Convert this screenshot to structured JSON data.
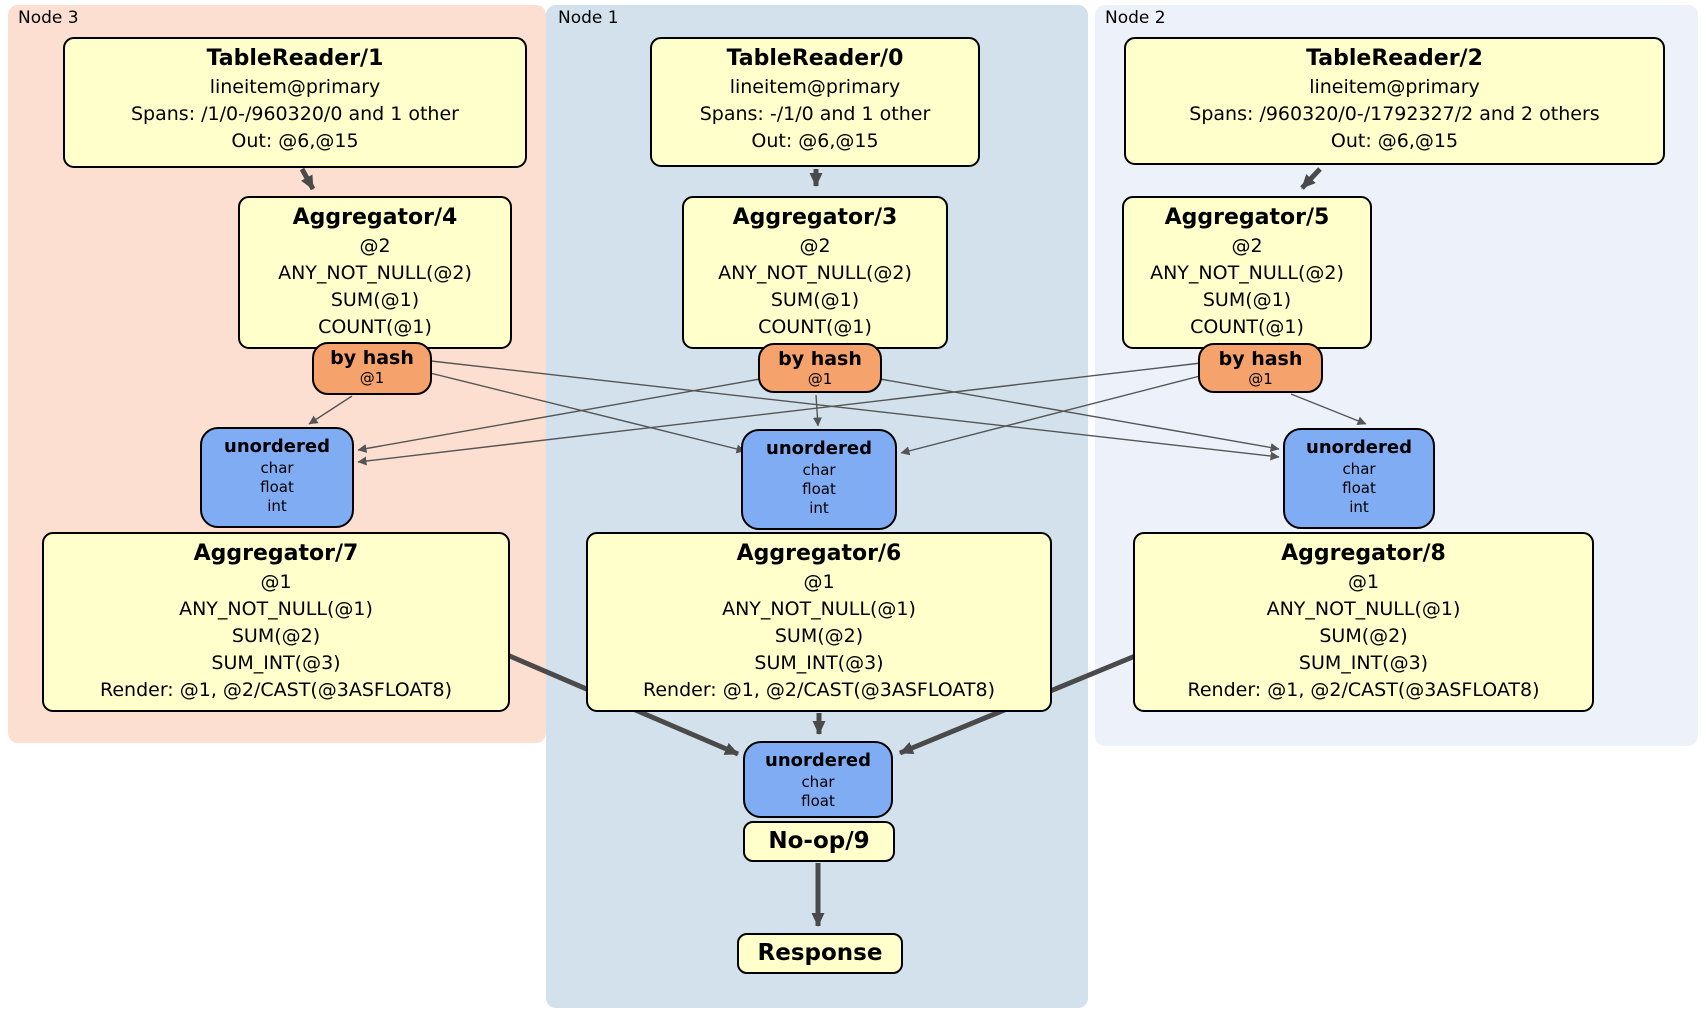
{
  "colors": {
    "node3_bg": "#fcdfd0",
    "node1_bg": "#d2e1eb",
    "node2_bg": "#edf1fa",
    "processor_bg": "#ffffcc",
    "router_bg": "#f6a26c",
    "sync_bg": "#80acf4",
    "edge": "#4a4a4a"
  },
  "node3": {
    "label": "Node 3",
    "tablereader": {
      "title": "TableReader/1",
      "index": "lineitem@primary",
      "spans": "Spans: /1/0-/960320/0 and 1 other",
      "out": "Out: @6,@15"
    },
    "aggregator_pre": {
      "title": "Aggregator/4",
      "group_by": "@2",
      "agg1": "ANY_NOT_NULL(@2)",
      "agg2": "SUM(@1)",
      "agg3": "COUNT(@1)"
    },
    "router": {
      "title": "by hash",
      "key": "@1"
    },
    "sync": {
      "title": "unordered",
      "type1": "char",
      "type2": "float",
      "type3": "int"
    },
    "aggregator_post": {
      "title": "Aggregator/7",
      "group_by": "@1",
      "agg1": "ANY_NOT_NULL(@1)",
      "agg2": "SUM(@2)",
      "agg3": "SUM_INT(@3)",
      "render": "Render: @1, @2/CAST(@3ASFLOAT8)"
    }
  },
  "node1": {
    "label": "Node 1",
    "tablereader": {
      "title": "TableReader/0",
      "index": "lineitem@primary",
      "spans": "Spans: -/1/0 and 1 other",
      "out": "Out: @6,@15"
    },
    "aggregator_pre": {
      "title": "Aggregator/3",
      "group_by": "@2",
      "agg1": "ANY_NOT_NULL(@2)",
      "agg2": "SUM(@1)",
      "agg3": "COUNT(@1)"
    },
    "router": {
      "title": "by hash",
      "key": "@1"
    },
    "sync": {
      "title": "unordered",
      "type1": "char",
      "type2": "float",
      "type3": "int"
    },
    "aggregator_post": {
      "title": "Aggregator/6",
      "group_by": "@1",
      "agg1": "ANY_NOT_NULL(@1)",
      "agg2": "SUM(@2)",
      "agg3": "SUM_INT(@3)",
      "render": "Render: @1, @2/CAST(@3ASFLOAT8)"
    },
    "final_sync": {
      "title": "unordered",
      "type1": "char",
      "type2": "float"
    },
    "noop": {
      "title": "No-op/9"
    },
    "response": {
      "title": "Response"
    }
  },
  "node2": {
    "label": "Node 2",
    "tablereader": {
      "title": "TableReader/2",
      "index": "lineitem@primary",
      "spans": "Spans: /960320/0-/1792327/2 and 2 others",
      "out": "Out: @6,@15"
    },
    "aggregator_pre": {
      "title": "Aggregator/5",
      "group_by": "@2",
      "agg1": "ANY_NOT_NULL(@2)",
      "agg2": "SUM(@1)",
      "agg3": "COUNT(@1)"
    },
    "router": {
      "title": "by hash",
      "key": "@1"
    },
    "sync": {
      "title": "unordered",
      "type1": "char",
      "type2": "float",
      "type3": "int"
    },
    "aggregator_post": {
      "title": "Aggregator/8",
      "group_by": "@1",
      "agg1": "ANY_NOT_NULL(@1)",
      "agg2": "SUM(@2)",
      "agg3": "SUM_INT(@3)",
      "render": "Render: @1, @2/CAST(@3ASFLOAT8)"
    }
  }
}
